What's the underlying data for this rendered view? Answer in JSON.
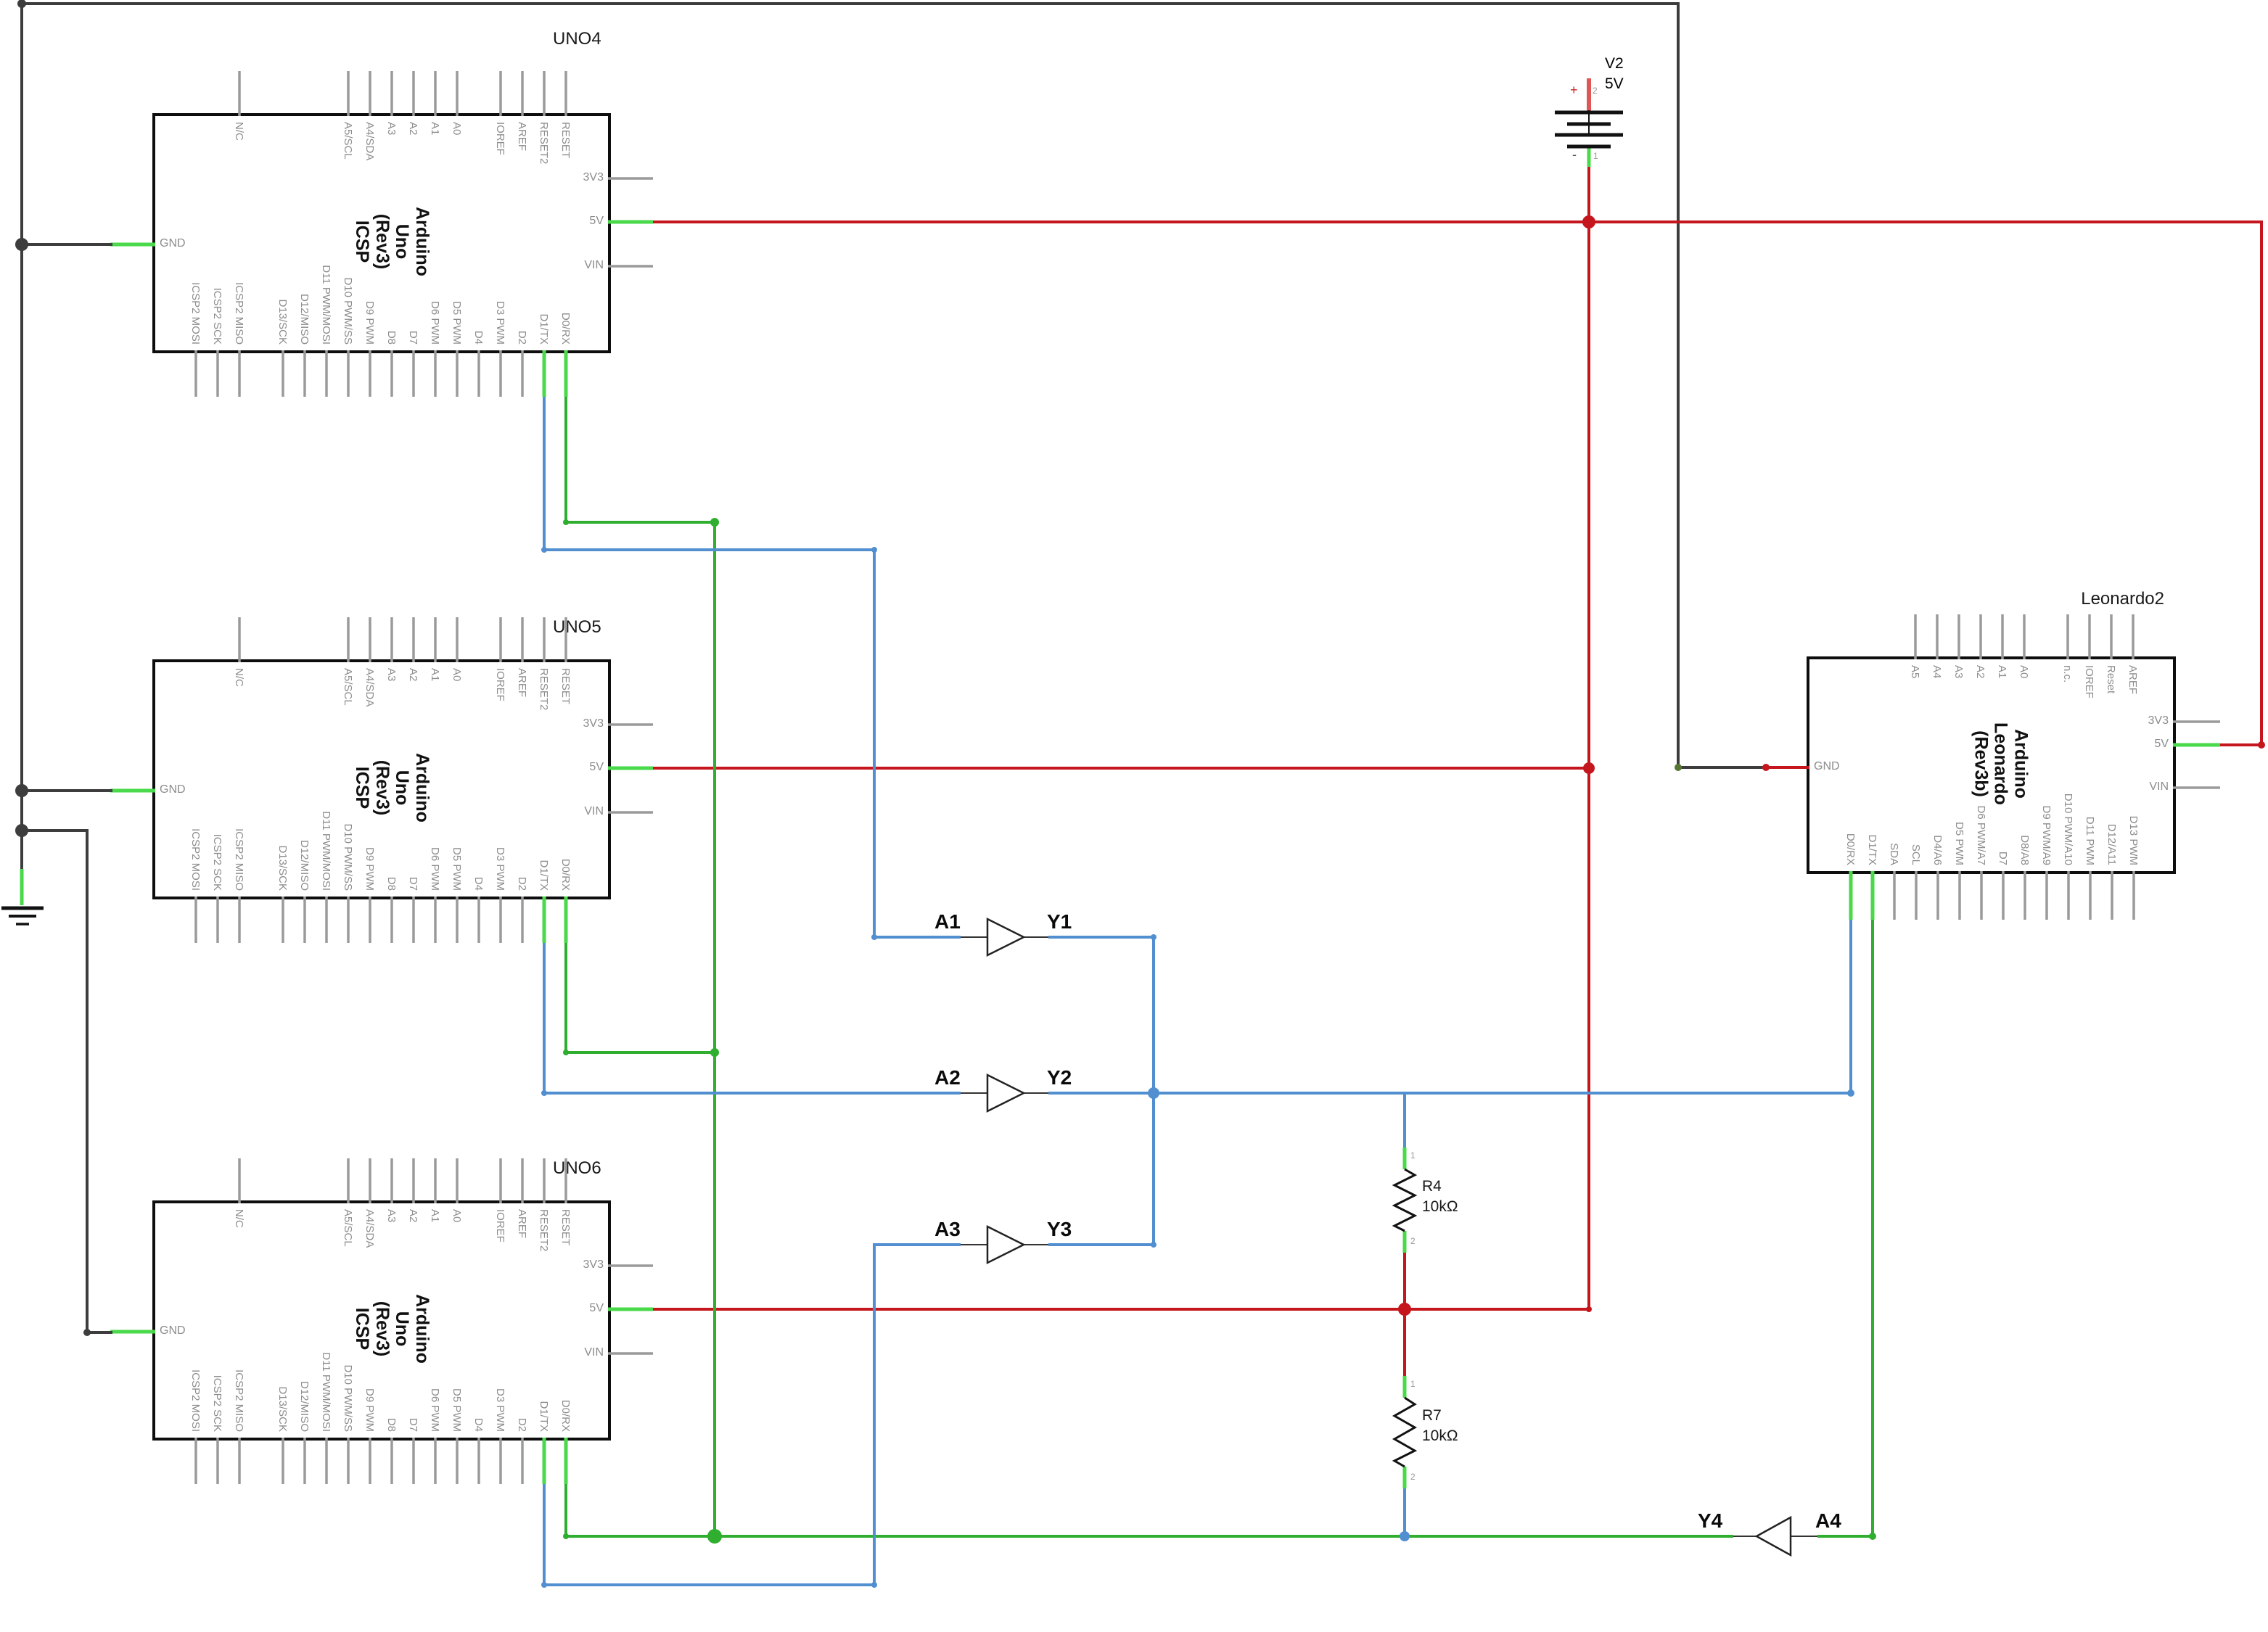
{
  "schematic": {
    "boards": [
      {
        "id": "uno4",
        "title": "UNO4",
        "center_label_lines": [
          "Arduino",
          "Uno",
          "(Rev3)",
          "ICSP"
        ],
        "top_pins": [
          "N/C",
          "A5/SCL",
          "A4/SDA",
          "A3",
          "A2",
          "A1",
          "A0",
          "IOREF",
          "AREF",
          "RESET2",
          "RESET"
        ],
        "bottom_pins": [
          "ICSP2 MOSI",
          "ICSP2 SCK",
          "ICSP2 MISO",
          "D13/SCK",
          "D12/MISO",
          "D11 PWM/MOSI",
          "D10 PWM/SS",
          "D9 PWM",
          "D8",
          "D7",
          "D6 PWM",
          "D5 PWM",
          "D4",
          "D3 PWM",
          "D2",
          "D1/TX",
          "D0/RX"
        ],
        "left_pins": [
          "GND"
        ],
        "right_pins": [
          "3V3",
          "5V",
          "VIN"
        ]
      },
      {
        "id": "uno5",
        "title": "UNO5",
        "center_label_lines": [
          "Arduino",
          "Uno",
          "(Rev3)",
          "ICSP"
        ],
        "top_pins": [
          "N/C",
          "A5/SCL",
          "A4/SDA",
          "A3",
          "A2",
          "A1",
          "A0",
          "IOREF",
          "AREF",
          "RESET2",
          "RESET"
        ],
        "bottom_pins": [
          "ICSP2 MOSI",
          "ICSP2 SCK",
          "ICSP2 MISO",
          "D13/SCK",
          "D12/MISO",
          "D11 PWM/MOSI",
          "D10 PWM/SS",
          "D9 PWM",
          "D8",
          "D7",
          "D6 PWM",
          "D5 PWM",
          "D4",
          "D3 PWM",
          "D2",
          "D1/TX",
          "D0/RX"
        ],
        "left_pins": [
          "GND"
        ],
        "right_pins": [
          "3V3",
          "5V",
          "VIN"
        ]
      },
      {
        "id": "uno6",
        "title": "UNO6",
        "center_label_lines": [
          "Arduino",
          "Uno",
          "(Rev3)",
          "ICSP"
        ],
        "top_pins": [
          "N/C",
          "A5/SCL",
          "A4/SDA",
          "A3",
          "A2",
          "A1",
          "A0",
          "IOREF",
          "AREF",
          "RESET2",
          "RESET"
        ],
        "bottom_pins": [
          "ICSP2 MOSI",
          "ICSP2 SCK",
          "ICSP2 MISO",
          "D13/SCK",
          "D12/MISO",
          "D11 PWM/MOSI",
          "D10 PWM/SS",
          "D9 PWM",
          "D8",
          "D7",
          "D6 PWM",
          "D5 PWM",
          "D4",
          "D3 PWM",
          "D2",
          "D1/TX",
          "D0/RX"
        ],
        "left_pins": [
          "GND"
        ],
        "right_pins": [
          "3V3",
          "5V",
          "VIN"
        ]
      },
      {
        "id": "leonardo2",
        "title": "Leonardo2",
        "center_label_lines": [
          "Arduino",
          "Leonardo",
          "(Rev3b)"
        ],
        "top_pins": [
          "A5",
          "A4",
          "A3",
          "A2",
          "A1",
          "A0",
          "n.c.",
          "IOREF",
          "Reset",
          "AREF"
        ],
        "bottom_pins": [
          "D0/RX",
          "D1/TX",
          "SDA",
          "SCL",
          "D4/A6",
          "D5 PWM",
          "D6 PWM/A7",
          "D7",
          "D8/A8",
          "D9 PWM/A9",
          "D10 PWM/A10",
          "D11 PWM",
          "D12/A11",
          "D13 PWM"
        ],
        "left_pins": [
          "GND"
        ],
        "right_pins": [
          "3V3",
          "5V",
          "VIN"
        ]
      }
    ],
    "buffers": [
      {
        "id": "buffer1",
        "input_label": "A1",
        "output_label": "Y1",
        "direction": "right"
      },
      {
        "id": "buffer2",
        "input_label": "A2",
        "output_label": "Y2",
        "direction": "right"
      },
      {
        "id": "buffer3",
        "input_label": "A3",
        "output_label": "Y3",
        "direction": "right"
      },
      {
        "id": "buffer4",
        "input_label": "A4",
        "output_label": "Y4",
        "direction": "left"
      }
    ],
    "resistors": [
      {
        "id": "r4",
        "name": "R4",
        "value": "10kΩ",
        "pin1": "1",
        "pin2": "2"
      },
      {
        "id": "r7",
        "name": "R7",
        "value": "10kΩ",
        "pin1": "1",
        "pin2": "2"
      }
    ],
    "power_source": {
      "name": "V2",
      "voltage": "5V",
      "plus_sign": "+",
      "minus_sign": "-",
      "plus_pin_number": "2",
      "minus_pin_number": "1"
    },
    "colors": {
      "wire_red": "#c4161c",
      "wire_green": "#2fae2f",
      "stub_green": "#4ad94a",
      "wire_blue": "#518fd0",
      "wire_black": "#3d3d3d",
      "pin_leg": "#9a9a9a",
      "pin_label": "#8c8c8c",
      "board_outline": "#0d0d0d",
      "symbol_black": "#111111"
    }
  }
}
